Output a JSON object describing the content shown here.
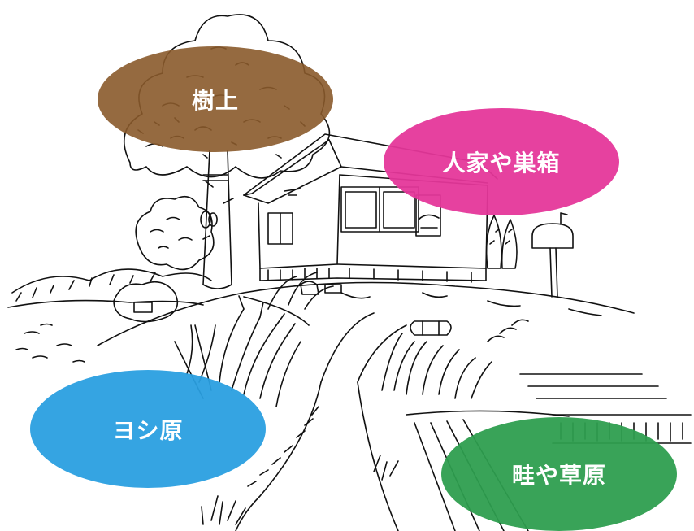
{
  "habitats": {
    "tree": {
      "label": "樹上",
      "color": "#8a5a2b"
    },
    "house": {
      "label": "人家や巣箱",
      "color": "#e5379a"
    },
    "reed": {
      "label": "ヨシ原",
      "color": "#2a9fe0"
    },
    "field": {
      "label": "畦や草原",
      "color": "#2e9e4f"
    }
  }
}
